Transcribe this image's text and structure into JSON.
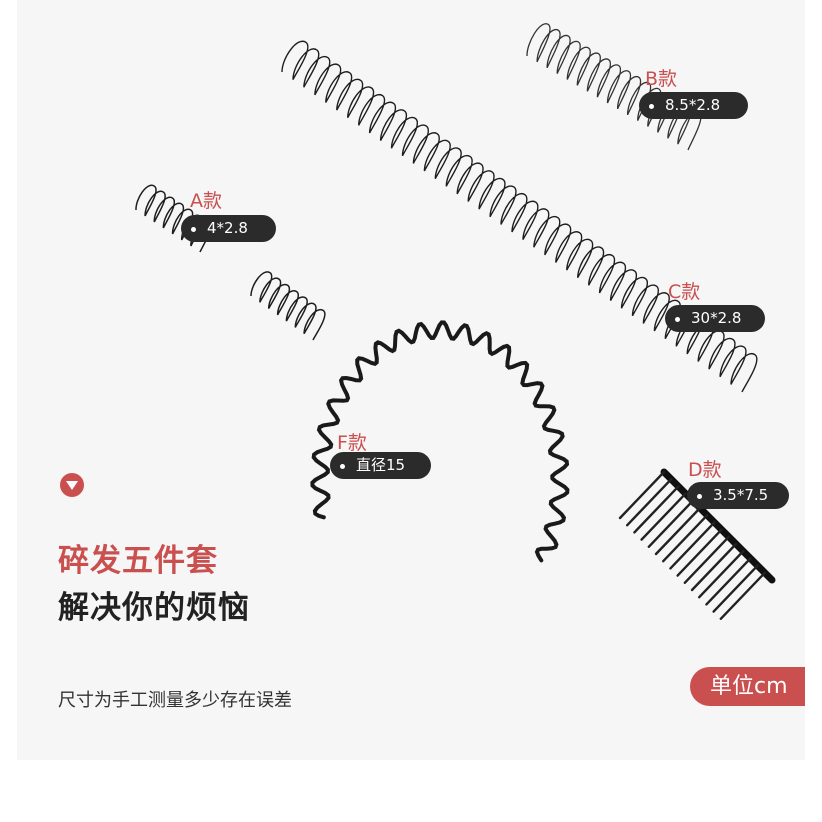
{
  "products": {
    "A": {
      "label": "A款",
      "size": "4*2.8"
    },
    "B": {
      "label": "B款",
      "size": "8.5*2.8"
    },
    "C": {
      "label": "C款",
      "size": "30*2.8"
    },
    "D": {
      "label": "D款",
      "size": "3.5*7.5"
    },
    "F": {
      "label": "F款",
      "size": "直径15"
    }
  },
  "headline": {
    "line1": "碎发五件套",
    "line2": "解决你的烦恼"
  },
  "note": "尺寸为手工测量多少存在误差",
  "unit_badge": "单位cm",
  "colors": {
    "accent": "#c9504f",
    "pill": "#2b2b2b",
    "background": "#f6f6f6"
  }
}
